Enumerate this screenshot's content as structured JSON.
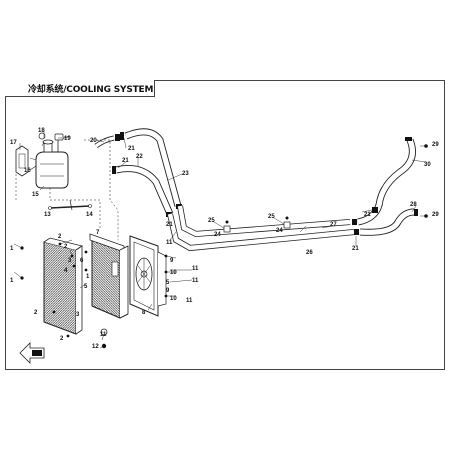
{
  "title": "冷却系统/COOLING SYSTEM",
  "callouts": [
    "1",
    "2",
    "3",
    "4",
    "5",
    "6",
    "7",
    "8",
    "9",
    "10",
    "11",
    "12",
    "13",
    "14",
    "15",
    "16",
    "17",
    "18",
    "19",
    "20",
    "21",
    "22",
    "23",
    "24",
    "25",
    "26",
    "27",
    "28",
    "29",
    "30"
  ],
  "icons": {
    "front": "front-direction-arrow-icon"
  }
}
